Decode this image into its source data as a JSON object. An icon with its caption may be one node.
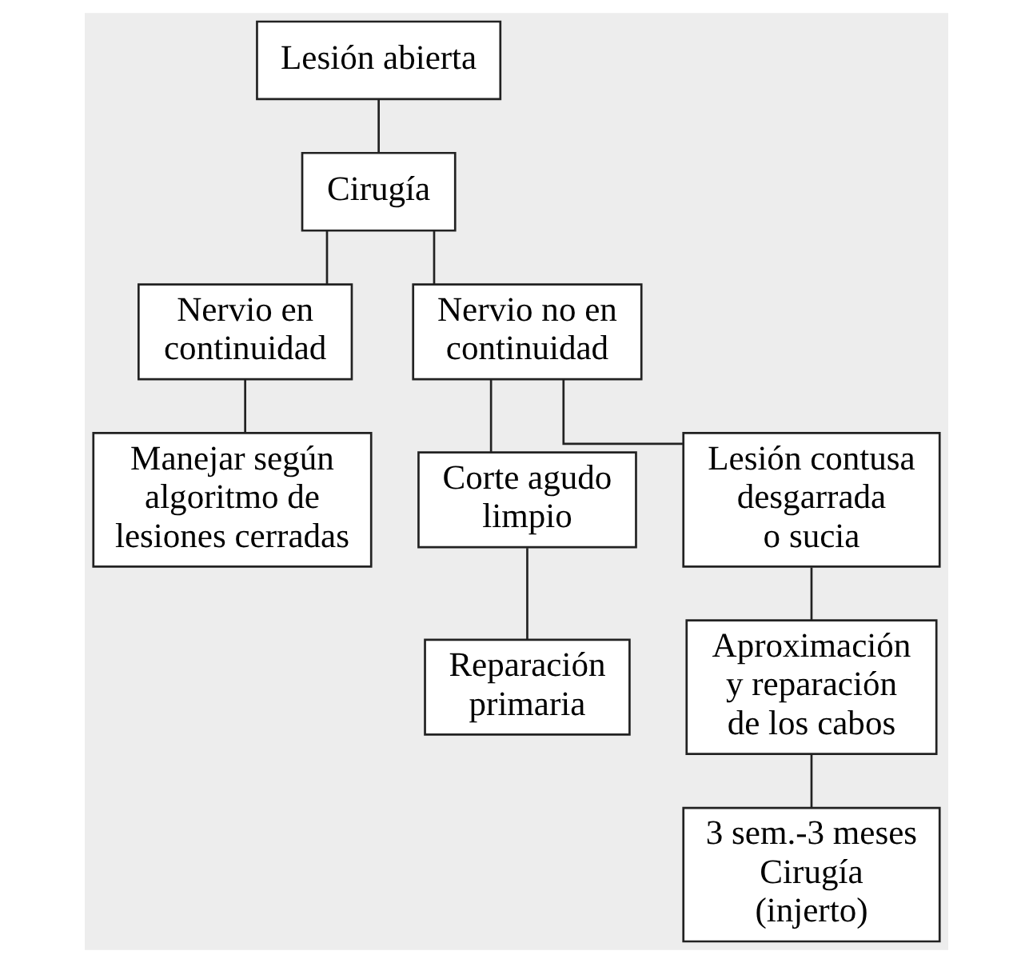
{
  "diagram": {
    "nodes": [
      {
        "text": [
          "Lesión abierta"
        ]
      },
      {
        "text": [
          "Cirugía"
        ]
      },
      {
        "text": [
          "Nervio en continuidad"
        ]
      },
      {
        "text": [
          "Nervio no en continuidad"
        ]
      },
      {
        "text": [
          "Manejar según algoritmo de lesiones cerradas"
        ]
      },
      {
        "text": [
          "Corte agudo limpio"
        ]
      },
      {
        "text": [
          "Lesión contusa desgarrada o sucia"
        ]
      },
      {
        "text": [
          "Reparación primaria"
        ]
      },
      {
        "text": [
          "Aproximación y reparación de los cabos"
        ]
      },
      {
        "text": [
          "3 sem.-3 meses Cirugía (injerto)"
        ]
      }
    ],
    "edges": [
      {
        "from": 0,
        "to": 1,
        "arrow": "none"
      },
      {
        "from": 1,
        "to": 2,
        "arrow": "none"
      },
      {
        "from": 1,
        "to": 3,
        "arrow": "none"
      },
      {
        "from": 2,
        "to": 4,
        "arrow": "none"
      },
      {
        "from": 3,
        "to": 5,
        "arrow": "none"
      },
      {
        "from": 3,
        "to": 6,
        "arrow": "none"
      },
      {
        "from": 5,
        "to": 7,
        "arrow": "none"
      },
      {
        "from": 6,
        "to": 8,
        "arrow": "none"
      },
      {
        "from": 8,
        "to": 9,
        "arrow": "none"
      }
    ]
  }
}
